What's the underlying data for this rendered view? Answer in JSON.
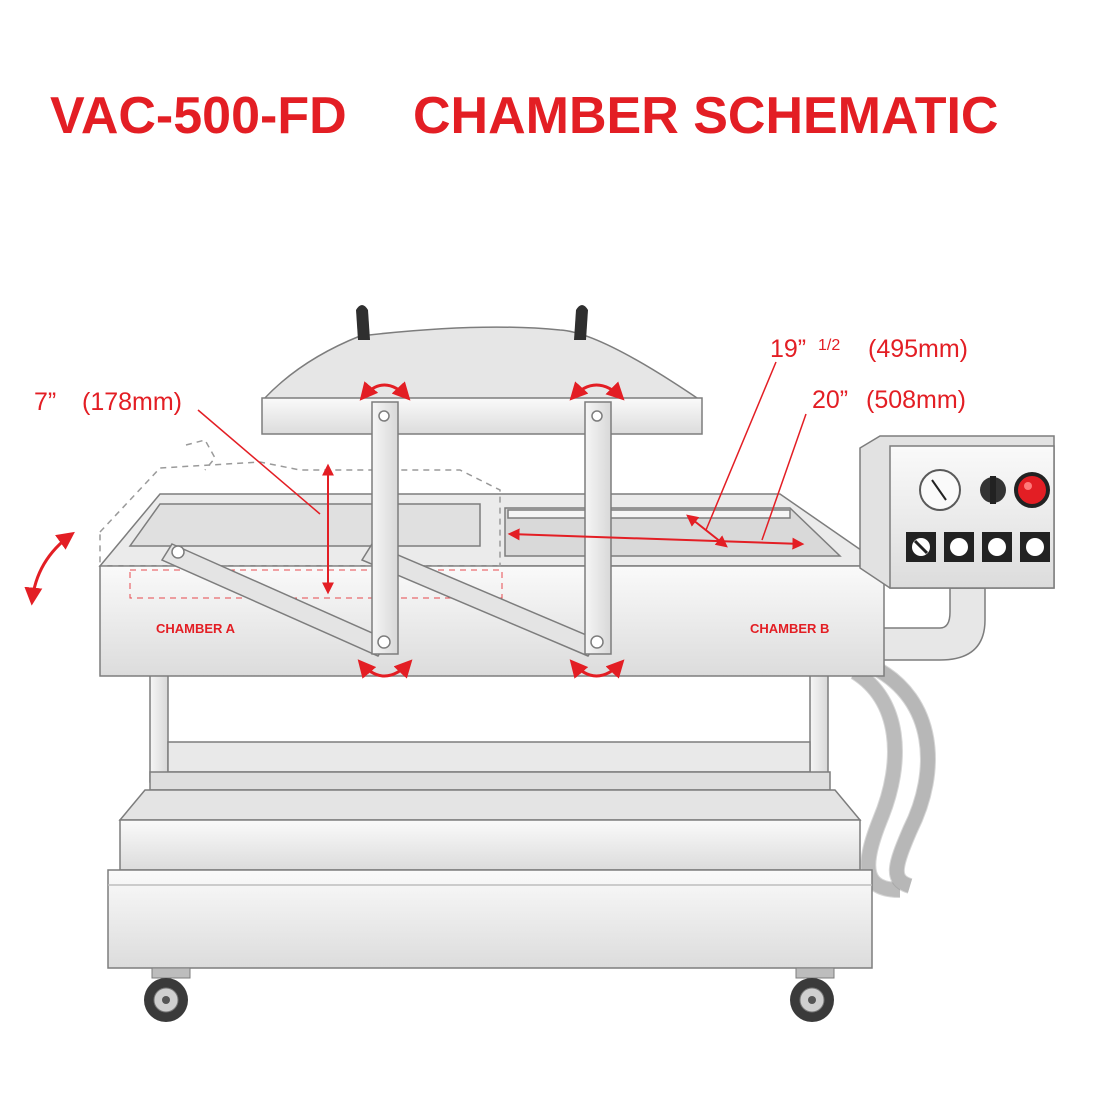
{
  "title": {
    "model": "VAC-500-FD",
    "text": "CHAMBER SCHEMATIC"
  },
  "dimensions": {
    "height": {
      "value": "7”",
      "metric": "(178mm)"
    },
    "width_inner": {
      "value": "19”",
      "fraction": "1/2",
      "metric": "(495mm)"
    },
    "width_outer": {
      "value": "20”",
      "metric": "(508mm)"
    }
  },
  "chambers": {
    "a": "CHAMBER A",
    "b": "CHAMBER B"
  },
  "control_panel": {
    "gauge": "gauge-icon",
    "knob": "knob-icon",
    "emergency_stop": "emergency-stop-icon",
    "buttons": [
      "selector-switch",
      "button",
      "button",
      "button"
    ]
  },
  "colors": {
    "accent": "#e31e24",
    "outline": "#7d7d7d",
    "fill_light": "#f2f2f2",
    "fill_mid": "#e3e3e3",
    "fill_dark": "#d0d0d0"
  }
}
